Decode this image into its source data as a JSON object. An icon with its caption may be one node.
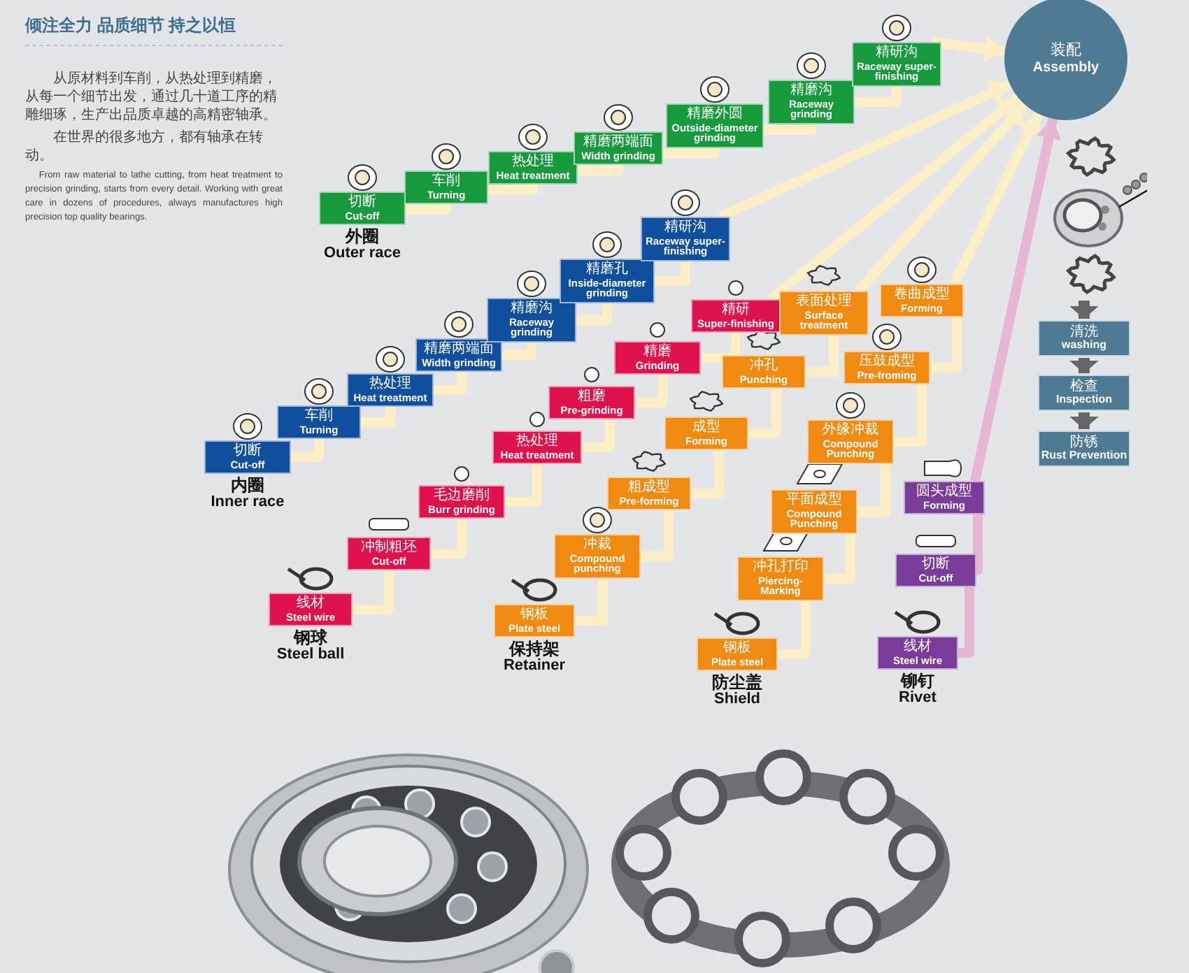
{
  "diagram": {
    "title": "倾注全力 品质细节 持之以恒",
    "nodes": [
      {
        "text": [
          "装配",
          "Assembly"
        ]
      },
      {
        "text": [
          "切断",
          "Cut-off"
        ],
        "beside": [
          "外圈",
          "Outer race"
        ]
      },
      {
        "text": [
          "车削",
          "Turning"
        ]
      },
      {
        "text": [
          "热处理",
          "Heat treatment"
        ]
      },
      {
        "text": [
          "精磨两端面",
          "Width grinding"
        ]
      },
      {
        "text": [
          "精磨外圆",
          "Outside-diameter grinding"
        ]
      },
      {
        "text": [
          "精磨沟",
          "Raceway grinding"
        ]
      },
      {
        "text": [
          "精研沟",
          "Raceway super-finishing"
        ]
      },
      {
        "text": [
          "切断",
          "Cut-off"
        ],
        "beside": [
          "内圈",
          "Inner race"
        ]
      },
      {
        "text": [
          "车削",
          "Turning"
        ]
      },
      {
        "text": [
          "热处理",
          "Heat treatment"
        ]
      },
      {
        "text": [
          "精磨两端面",
          "Width grinding"
        ]
      },
      {
        "text": [
          "精磨沟",
          "Raceway grinding"
        ]
      },
      {
        "text": [
          "精磨孔",
          "Inside-diameter grinding"
        ]
      },
      {
        "text": [
          "精研沟",
          "Raceway super-finishing"
        ]
      },
      {
        "text": [
          "线材",
          "Steel wire"
        ],
        "beside": [
          "钢球",
          "Steel ball"
        ]
      },
      {
        "text": [
          "冲制粗坯",
          "Cut-off"
        ]
      },
      {
        "text": [
          "毛边磨削",
          "Burr grinding"
        ]
      },
      {
        "text": [
          "热处理",
          "Heat treatment"
        ]
      },
      {
        "text": [
          "粗磨",
          "Pre-grinding"
        ]
      },
      {
        "text": [
          "精磨",
          "Grinding"
        ]
      },
      {
        "text": [
          "精研",
          "Super-finishing"
        ]
      },
      {
        "text": [
          "钢板",
          "Plate steel"
        ],
        "beside": [
          "保持架",
          "Retainer"
        ]
      },
      {
        "text": [
          "冲裁",
          "Compound punching"
        ]
      },
      {
        "text": [
          "粗成型",
          "Pre-forming"
        ]
      },
      {
        "text": [
          "成型",
          "Forming"
        ]
      },
      {
        "text": [
          "冲孔",
          "Punching"
        ]
      },
      {
        "text": [
          "表面处理",
          "Surface treatment"
        ]
      },
      {
        "text": [
          "钢板",
          "Plate steel"
        ],
        "beside": [
          "防尘盖",
          "Shield"
        ]
      },
      {
        "text": [
          "冲孔打印",
          "Piercing-Marking"
        ]
      },
      {
        "text": [
          "平面成型",
          "Compound Punching"
        ]
      },
      {
        "text": [
          "外缘冲裁",
          "Compound Punching"
        ]
      },
      {
        "text": [
          "压鼓成型",
          "Pre-froming"
        ]
      },
      {
        "text": [
          "卷曲成型",
          "Forming"
        ]
      },
      {
        "text": [
          "线材",
          "Steel wire"
        ],
        "beside": [
          "铆钉",
          "Rivet"
        ]
      },
      {
        "text": [
          "切断",
          "Cut-off"
        ]
      },
      {
        "text": [
          "圆头成型",
          "Forming"
        ]
      },
      {
        "text": [],
        "shape": "picture"
      },
      {
        "text": [
          "清洗",
          "washing"
        ]
      },
      {
        "text": [
          "检查",
          "Inspection"
        ]
      },
      {
        "text": [
          "防锈",
          "Rust Prevention"
        ]
      }
    ],
    "edges": [
      {
        "from": 1,
        "to": 2,
        "arrow": "none"
      },
      {
        "from": 2,
        "to": 3,
        "arrow": "none"
      },
      {
        "from": 3,
        "to": 4,
        "arrow": "none"
      },
      {
        "from": 4,
        "to": 5,
        "arrow": "none"
      },
      {
        "from": 5,
        "to": 6,
        "arrow": "none"
      },
      {
        "from": 6,
        "to": 7,
        "arrow": "none"
      },
      {
        "from": 7,
        "to": 0,
        "arrow": "to"
      },
      {
        "from": 8,
        "to": 9,
        "arrow": "none"
      },
      {
        "from": 9,
        "to": 10,
        "arrow": "none"
      },
      {
        "from": 10,
        "to": 11,
        "arrow": "none"
      },
      {
        "from": 11,
        "to": 12,
        "arrow": "none"
      },
      {
        "from": 12,
        "to": 13,
        "arrow": "none"
      },
      {
        "from": 13,
        "to": 14,
        "arrow": "none"
      },
      {
        "from": 14,
        "to": 0,
        "arrow": "to"
      },
      {
        "from": 15,
        "to": 16,
        "arrow": "none"
      },
      {
        "from": 16,
        "to": 17,
        "arrow": "none"
      },
      {
        "from": 17,
        "to": 18,
        "arrow": "none"
      },
      {
        "from": 18,
        "to": 19,
        "arrow": "none"
      },
      {
        "from": 19,
        "to": 20,
        "arrow": "none"
      },
      {
        "from": 20,
        "to": 21,
        "arrow": "none"
      },
      {
        "from": 21,
        "to": 0,
        "arrow": "to"
      },
      {
        "from": 22,
        "to": 23,
        "arrow": "none"
      },
      {
        "from": 23,
        "to": 24,
        "arrow": "none"
      },
      {
        "from": 24,
        "to": 25,
        "arrow": "none"
      },
      {
        "from": 25,
        "to": 26,
        "arrow": "none"
      },
      {
        "from": 26,
        "to": 27,
        "arrow": "none"
      },
      {
        "from": 27,
        "to": 0,
        "arrow": "to"
      },
      {
        "from": 28,
        "to": 29,
        "arrow": "none"
      },
      {
        "from": 29,
        "to": 30,
        "arrow": "none"
      },
      {
        "from": 30,
        "to": 31,
        "arrow": "none"
      },
      {
        "from": 31,
        "to": 32,
        "arrow": "none"
      },
      {
        "from": 32,
        "to": 33,
        "arrow": "none"
      },
      {
        "from": 33,
        "to": 0,
        "arrow": "to"
      },
      {
        "from": 34,
        "to": 35,
        "arrow": "none",
        "color": "#e6b6d4"
      },
      {
        "from": 35,
        "to": 36,
        "arrow": "none",
        "color": "#e6b6d4"
      },
      {
        "from": 36,
        "to": 0,
        "arrow": "to",
        "color": "#e6b6d4"
      },
      {
        "from": 37,
        "to": 38,
        "arrow": "to",
        "color": "#666666"
      },
      {
        "from": 38,
        "to": 39,
        "arrow": "to",
        "color": "#666666"
      },
      {
        "from": 39,
        "to": 40,
        "arrow": "to",
        "color": "#666666"
      }
    ],
    "labels": [
      "从原材料到车削，从热处理到精磨，从每一个细节出发，通过几十道工序的精雕细琢，生产出品质卓越的高精密轴承。",
      "在世界的很多地方，都有轴承在转动。",
      "From raw material to lathe cutting, from heat treatment to precision grinding, starts from every detail. Working with great care in dozens of procedures, always manufactures high precision top quality bearings."
    ]
  }
}
